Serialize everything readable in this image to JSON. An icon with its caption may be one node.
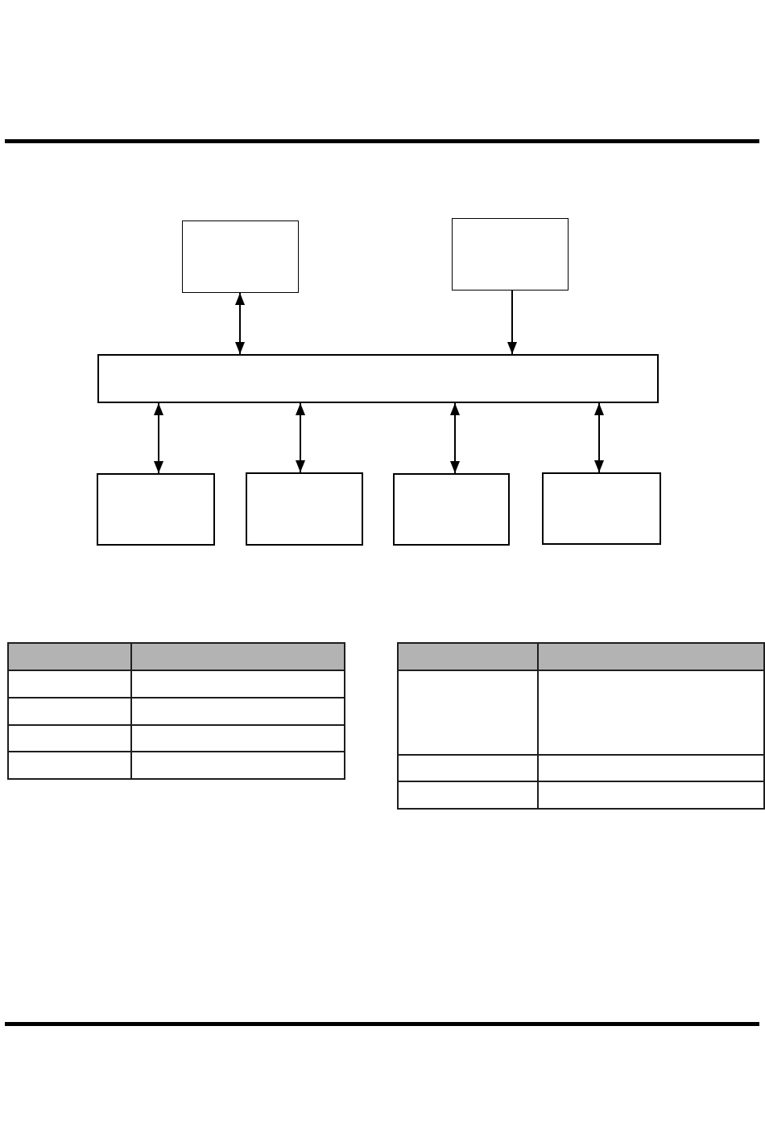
{
  "diagram": {
    "nodes": [
      {
        "text": [],
        "shape": "box"
      },
      {
        "text": [],
        "shape": "box"
      },
      {
        "text": [],
        "shape": "box"
      },
      {
        "text": [],
        "shape": "box"
      },
      {
        "text": [],
        "shape": "box"
      },
      {
        "text": [],
        "shape": "box"
      },
      {
        "text": [],
        "shape": "box"
      }
    ],
    "edges": [
      {
        "from": 0,
        "to": 2,
        "arrow": "both"
      },
      {
        "from": 1,
        "to": 2,
        "arrow": "to"
      },
      {
        "from": 2,
        "to": 3,
        "arrow": "both"
      },
      {
        "from": 2,
        "to": 4,
        "arrow": "both"
      },
      {
        "from": 2,
        "to": 5,
        "arrow": "both"
      },
      {
        "from": 2,
        "to": 6,
        "arrow": "both"
      }
    ]
  }
}
